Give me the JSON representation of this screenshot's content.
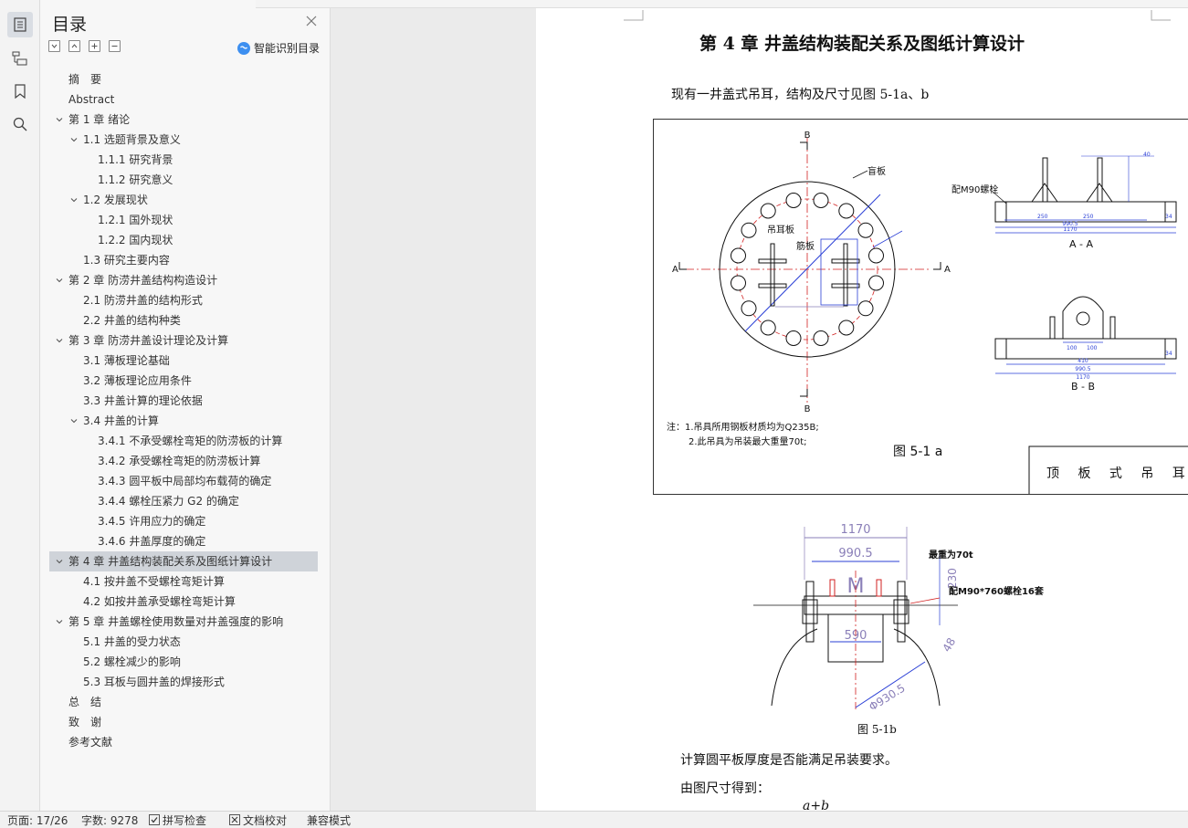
{
  "toc": {
    "title": "目录",
    "smart_label": "智能识别目录",
    "items": [
      {
        "label": "摘　要",
        "indent": 0,
        "chev": false,
        "active": false
      },
      {
        "label": "Abstract",
        "indent": 0,
        "chev": false,
        "active": false
      },
      {
        "label": "第 1 章  绪论",
        "indent": 0,
        "chev": true,
        "active": false
      },
      {
        "label": "1.1 选题背景及意义",
        "indent": 1,
        "chev": true,
        "active": false
      },
      {
        "label": "1.1.1 研究背景",
        "indent": 2,
        "chev": false,
        "active": false
      },
      {
        "label": "1.1.2 研究意义",
        "indent": 2,
        "chev": false,
        "active": false
      },
      {
        "label": "1.2 发展现状",
        "indent": 1,
        "chev": true,
        "active": false
      },
      {
        "label": "1.2.1 国外现状",
        "indent": 2,
        "chev": false,
        "active": false
      },
      {
        "label": "1.2.2 国内现状",
        "indent": 2,
        "chev": false,
        "active": false
      },
      {
        "label": "1.3 研究主要内容",
        "indent": 1,
        "chev": false,
        "active": false
      },
      {
        "label": "第 2 章  防涝井盖结构构造设计",
        "indent": 0,
        "chev": true,
        "active": false
      },
      {
        "label": "2.1 防涝井盖的结构形式",
        "indent": 1,
        "chev": false,
        "active": false
      },
      {
        "label": "2.2 井盖的结构种类",
        "indent": 1,
        "chev": false,
        "active": false
      },
      {
        "label": "第 3 章  防涝井盖设计理论及计算",
        "indent": 0,
        "chev": true,
        "active": false
      },
      {
        "label": "3.1 薄板理论基础",
        "indent": 1,
        "chev": false,
        "active": false
      },
      {
        "label": "3.2 薄板理论应用条件",
        "indent": 1,
        "chev": false,
        "active": false
      },
      {
        "label": "3.3 井盖计算的理论依据",
        "indent": 1,
        "chev": false,
        "active": false
      },
      {
        "label": "3.4 井盖的计算",
        "indent": 1,
        "chev": true,
        "active": false
      },
      {
        "label": "3.4.1 不承受螺栓弯矩的防涝板的计算",
        "indent": 2,
        "chev": false,
        "active": false
      },
      {
        "label": "3.4.2 承受螺栓弯矩的防涝板计算",
        "indent": 2,
        "chev": false,
        "active": false
      },
      {
        "label": "3.4.3 圆平板中局部均布载荷的确定",
        "indent": 2,
        "chev": false,
        "active": false
      },
      {
        "label": "3.4.4 螺栓压紧力 G2 的确定",
        "indent": 2,
        "chev": false,
        "active": false
      },
      {
        "label": "3.4.5  许用应力的确定",
        "indent": 2,
        "chev": false,
        "active": false
      },
      {
        "label": "3.4.6  井盖厚度的确定",
        "indent": 2,
        "chev": false,
        "active": false
      },
      {
        "label": "第 4 章  井盖结构装配关系及图纸计算设计",
        "indent": 0,
        "chev": true,
        "active": true
      },
      {
        "label": "4.1 按井盖不受螺栓弯矩计算",
        "indent": 1,
        "chev": false,
        "active": false
      },
      {
        "label": "4.2 如按井盖承受螺栓弯矩计算",
        "indent": 1,
        "chev": false,
        "active": false
      },
      {
        "label": "第 5 章  井盖螺栓使用数量对井盖强度的影响",
        "indent": 0,
        "chev": true,
        "active": false
      },
      {
        "label": "5.1 井盖的受力状态",
        "indent": 1,
        "chev": false,
        "active": false
      },
      {
        "label": "5.2 螺栓减少的影响",
        "indent": 1,
        "chev": false,
        "active": false
      },
      {
        "label": "5.3 耳板与圆井盖的焊接形式",
        "indent": 1,
        "chev": false,
        "active": false
      },
      {
        "label": "总　结",
        "indent": 0,
        "chev": false,
        "active": false
      },
      {
        "label": "致　谢",
        "indent": 0,
        "chev": false,
        "active": false
      },
      {
        "label": "参考文献",
        "indent": 0,
        "chev": false,
        "active": false
      }
    ]
  },
  "doc": {
    "heading": "第 4 章  井盖结构装配关系及图纸计算设计",
    "intro": "现有一井盖式吊耳，结构及尺寸见图 5-1a、b",
    "fig_b_caption": "图 5-1b",
    "para1": "计算圆平板厚度是否能满足吊装要求。",
    "para2": "由图尺寸得到：",
    "formula": "a+b"
  },
  "fig_a": {
    "section_b": "B",
    "section_a": "A",
    "label_plate": "盲板",
    "label_ear": "吊耳板",
    "label_rib": "筋板",
    "label_bolt": "配M90螺栓",
    "view_aa": "A - A",
    "view_bb": "B - B",
    "note1": "注：1.吊具所用钢板材质均为Q235B;",
    "note2": "2.此吊具为吊装最大重量70t;",
    "fig_label": "图 5-1 a",
    "title_block": "顶 板 式 吊 耳",
    "dims": {
      "d1": "990.5",
      "d2": "1170",
      "d3": "250",
      "d4": "34",
      "d5": "40",
      "d6": "410",
      "d7": "100"
    }
  },
  "fig_b": {
    "dim_1170": "1170",
    "dim_990": "990.5",
    "dim_590": "590",
    "dim_230": "230",
    "dim_48": "48",
    "dim_930": "Φ930.5",
    "max_weight": "最重为70t",
    "bolt_note": "配M90*760螺栓16套",
    "letter_m": "M"
  },
  "status": {
    "page": "页面: 17/26",
    "words": "字数: 9278",
    "spell": "拼写检查",
    "proof": "文档校对",
    "compat": "兼容模式"
  },
  "colors": {
    "accent": "#3d8ff0",
    "drawing_red": "#d22020",
    "drawing_blue": "#2a3fd6",
    "dim_purple": "#8a7fb8"
  }
}
